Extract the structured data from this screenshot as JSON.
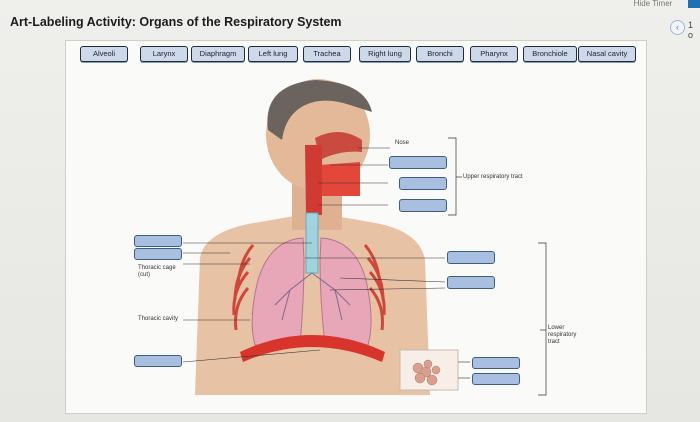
{
  "header": {
    "title": "Art-Labeling Activity: Organs of the Respiratory System",
    "hide_timer": "Hide Timer",
    "page_indicator": "1 o"
  },
  "labels": [
    "Alveoli",
    "Larynx",
    "Diaphragm",
    "Left lung",
    "Trachea",
    "Right lung",
    "Bronchi",
    "Pharynx",
    "Bronchiole",
    "Nasal cavity"
  ],
  "diagram": {
    "nose": "Nose",
    "upper_tract": "Upper respiratory tract",
    "thoracic_cage": "Thoracic cage\n(cut)",
    "thoracic_cavity": "Thoracic cavity",
    "lower_tract": "Lower\nrespiratory\ntract"
  },
  "colors": {
    "tile_fill": "#cdd8e8",
    "drop_fill": "#a9bfe0",
    "lung": "#e7a7b8",
    "diaphragm": "#d8342c",
    "skin": "#e8c2a4"
  }
}
